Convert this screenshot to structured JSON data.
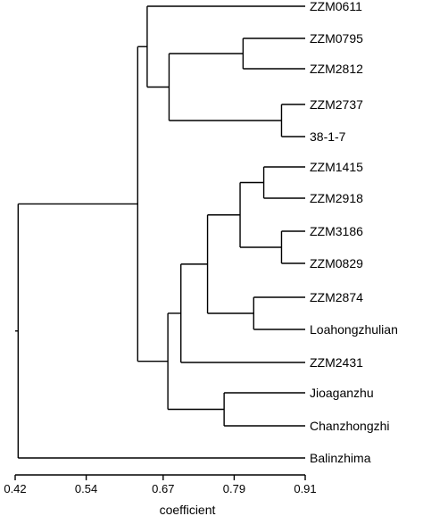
{
  "dendrogram": {
    "axis": {
      "label": "coefficient",
      "ticks": [
        0.42,
        0.54,
        0.67,
        0.79,
        0.91
      ],
      "range": [
        0.42,
        0.91
      ]
    },
    "leaves": [
      "ZZM0611",
      "ZZM0795",
      "ZZM2812",
      "ZZM2737",
      "38-1-7",
      "ZZM1415",
      "ZZM2918",
      "ZZM3186",
      "ZZM0829",
      "ZZM2874",
      "Loahongzhulian",
      "ZZM2431",
      "Jioaganzhu",
      "Chanzhongzhi",
      "Balinzhima"
    ],
    "merges": [
      {
        "a": "ZZM0795",
        "b": "ZZM2812",
        "coef": 0.805
      },
      {
        "a": "ZZM2737",
        "b": "38-1-7",
        "coef": 0.87
      },
      {
        "a": "ZZM0795+ZZM2812",
        "b": "ZZM2737+38-1-7",
        "coef": 0.68
      },
      {
        "a": "ZZM0611",
        "b": "(ZZM0795..38-1-7)",
        "coef": 0.643
      },
      {
        "a": "ZZM1415",
        "b": "ZZM2918",
        "coef": 0.84
      },
      {
        "a": "ZZM3186",
        "b": "ZZM0829",
        "coef": 0.87
      },
      {
        "a": "ZZM1415+ZZM2918",
        "b": "ZZM3186+ZZM0829",
        "coef": 0.8
      },
      {
        "a": "ZZM2874",
        "b": "Loahongzhulian",
        "coef": 0.823
      },
      {
        "a": "(ZZM1415..ZZM0829)",
        "b": "ZZM2874+Loahongzhulian",
        "coef": 0.745
      },
      {
        "a": "(ZZM1415..Loahongzhulian)",
        "b": "ZZM2431",
        "coef": 0.7
      },
      {
        "a": "Jioaganzhu",
        "b": "Chanzhongzhi",
        "coef": 0.773
      },
      {
        "a": "(ZZM1415..ZZM2431)",
        "b": "Jioaganzhu+Chanzhongzhi",
        "coef": 0.678
      },
      {
        "a": "(ZZM0611..38-1-7)",
        "b": "(ZZM1415..Chanzhongzhi)",
        "coef": 0.627
      },
      {
        "a": "(ZZM0611..Chanzhongzhi)",
        "b": "Balinzhima",
        "coef": 0.425
      }
    ]
  }
}
